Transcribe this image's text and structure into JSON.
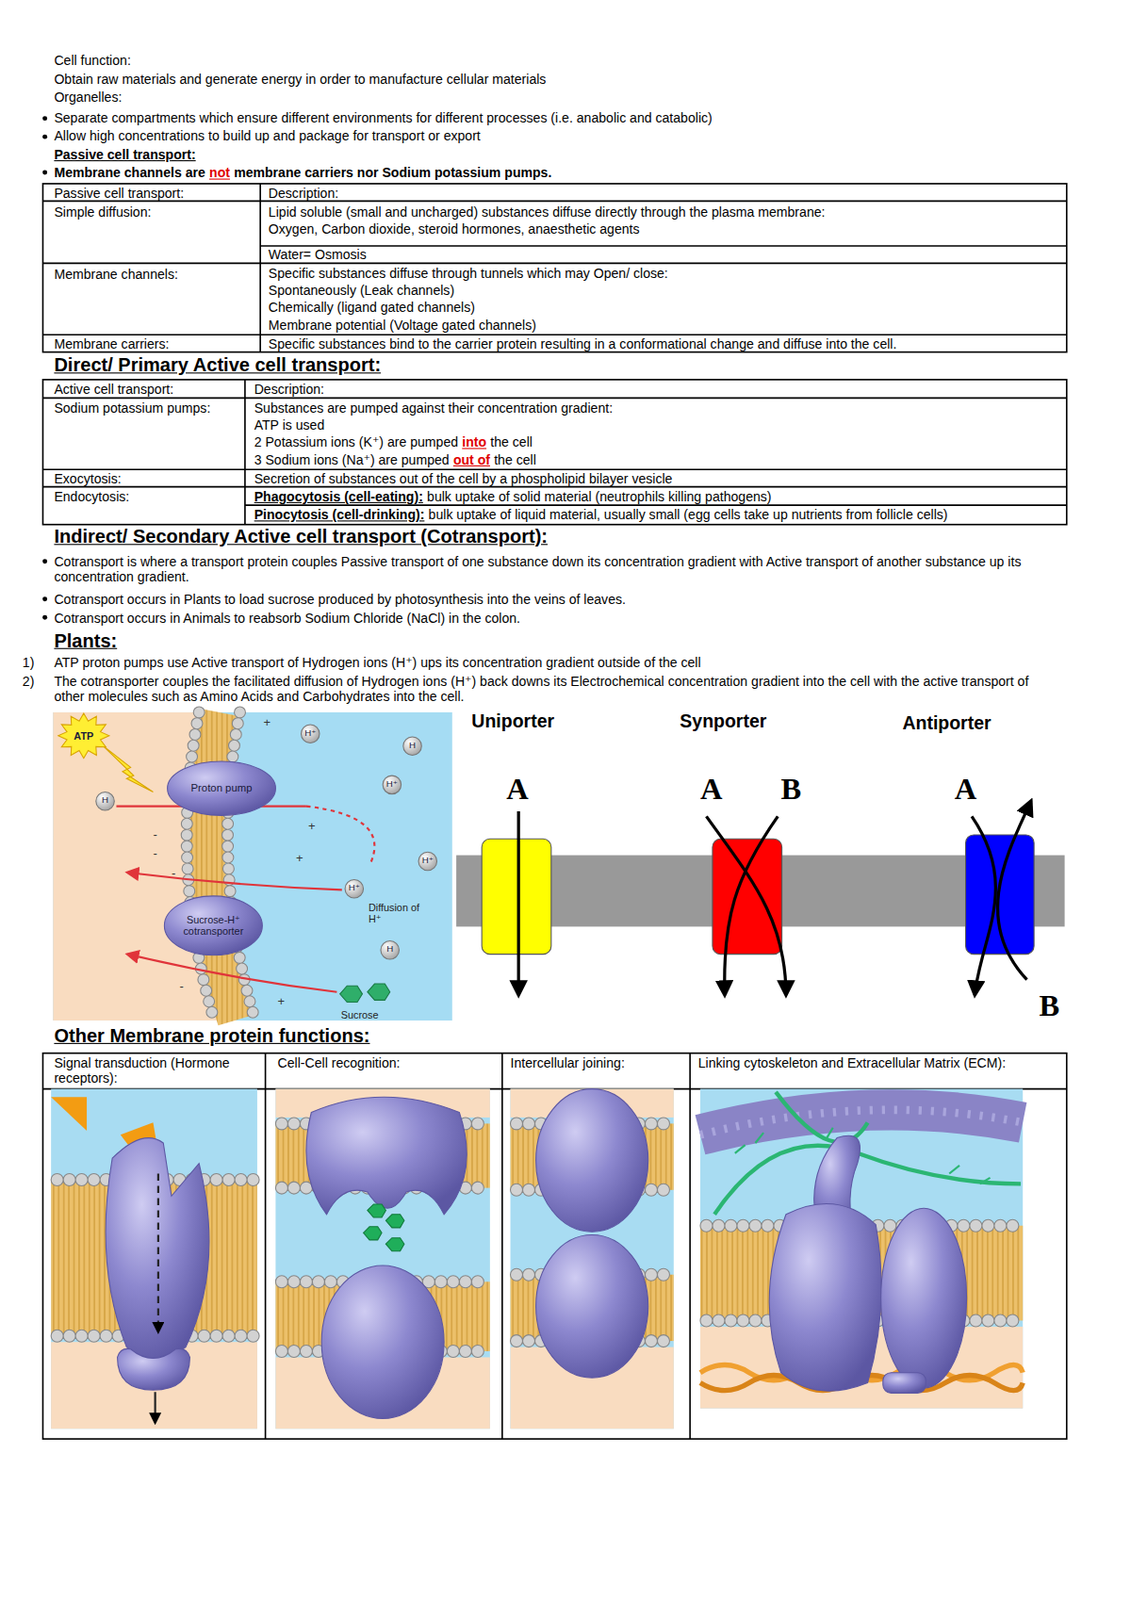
{
  "diagram": {
    "nodes": [
      {
        "text": [
          "ATP"
        ]
      },
      {
        "text": [
          "H⁺"
        ]
      },
      {
        "text": [
          "H"
        ]
      },
      {
        "text": [
          "Proton pump"
        ]
      },
      {
        "text": [
          "H⁺"
        ]
      },
      {
        "text": [
          "H"
        ]
      },
      {
        "text": [
          "H⁺"
        ]
      },
      {
        "text": [
          "H⁺"
        ]
      },
      {
        "text": [
          "Sucrose-H⁺ cotransporter"
        ]
      },
      {
        "text": [
          "H"
        ]
      }
    ],
    "labels": [
      "Cell function:",
      "Obtain raw materials and generate energy in order to manufacture cellular materials",
      "Organelles:",
      "Separate compartments which ensure different environments for different processes (i.e. anabolic and catabolic)",
      "Allow high concentrations to build up and package for transport or export",
      "Passive cell transport:",
      "Membrane channels are",
      "not",
      "membrane carriers nor Sodium potassium pumps.",
      "Passive cell transport:",
      "Description:",
      "Simple diffusion:",
      "Lipid soluble (small and uncharged) substances diffuse directly through the plasma membrane:",
      "Oxygen, Carbon dioxide, steroid hormones, anaesthetic agents",
      "Water= Osmosis",
      "Membrane channels:",
      "Specific substances diffuse through tunnels which may Open/ close:",
      "Spontaneously (Leak channels)",
      "Chemically (ligand gated channels)",
      "Membrane potential (Voltage gated channels)",
      "Membrane carriers:",
      "Specific substances bind to the carrier protein resulting in a conformational change and diffuse into the cell.",
      "Direct/ Primary Active cell transport:",
      "Active cell transport:",
      "Description:",
      "Sodium potassium pumps:",
      "Substances are pumped against their concentration gradient:",
      "ATP is used",
      "2 Potassium ions (K⁺) are pumped",
      "into",
      "the cell",
      "3 Sodium ions (Na⁺) are pumped",
      "out of",
      "the cell",
      "Exocytosis:",
      "Secretion of substances out of the cell by a phospholipid bilayer vesicle",
      "Endocytosis:",
      "Phagocytosis (cell-eating):",
      "bulk uptake of solid material (neutrophils killing pathogens)",
      "Pinocytosis (cell-drinking):",
      "bulk uptake of liquid material, usually small (egg cells take up nutrients from follicle cells)",
      "Indirect/ Secondary Active cell transport (Cotransport):",
      "Cotransport is where a transport protein couples Passive transport of one substance down its concentration gradient with Active transport of another substance up its concentration gradient.",
      "Cotransport occurs in Plants to load sucrose produced by photosynthesis into the veins of leaves.",
      "Cotransport occurs in Animals to reabsorb Sodium Chloride (NaCl) in the colon.",
      "Plants:",
      "1)",
      "ATP proton pumps use Active transport of Hydrogen ions (H⁺) ups its concentration gradient outside of the cell",
      "2)",
      "The cotransporter couples the facilitated diffusion of Hydrogen ions (H⁺) back downs its Electrochemical concentration gradient into the cell with the active transport of other molecules such as Amino Acids and Carbohydrates into the cell.",
      "Diffusion of H⁺",
      "Sucrose",
      "+",
      "+",
      "+",
      "+",
      "-",
      "-",
      "-",
      "-",
      "Uniporter",
      "Synporter",
      "Antiporter",
      "A",
      "A",
      "B",
      "A",
      "B",
      "Other Membrane protein functions:",
      "Signal transduction (Hormone receptors):",
      "Cell-Cell recognition:",
      "Intercellular joining:",
      "Linking cytoskeleton and Extracellular Matrix (ECM):"
    ]
  }
}
